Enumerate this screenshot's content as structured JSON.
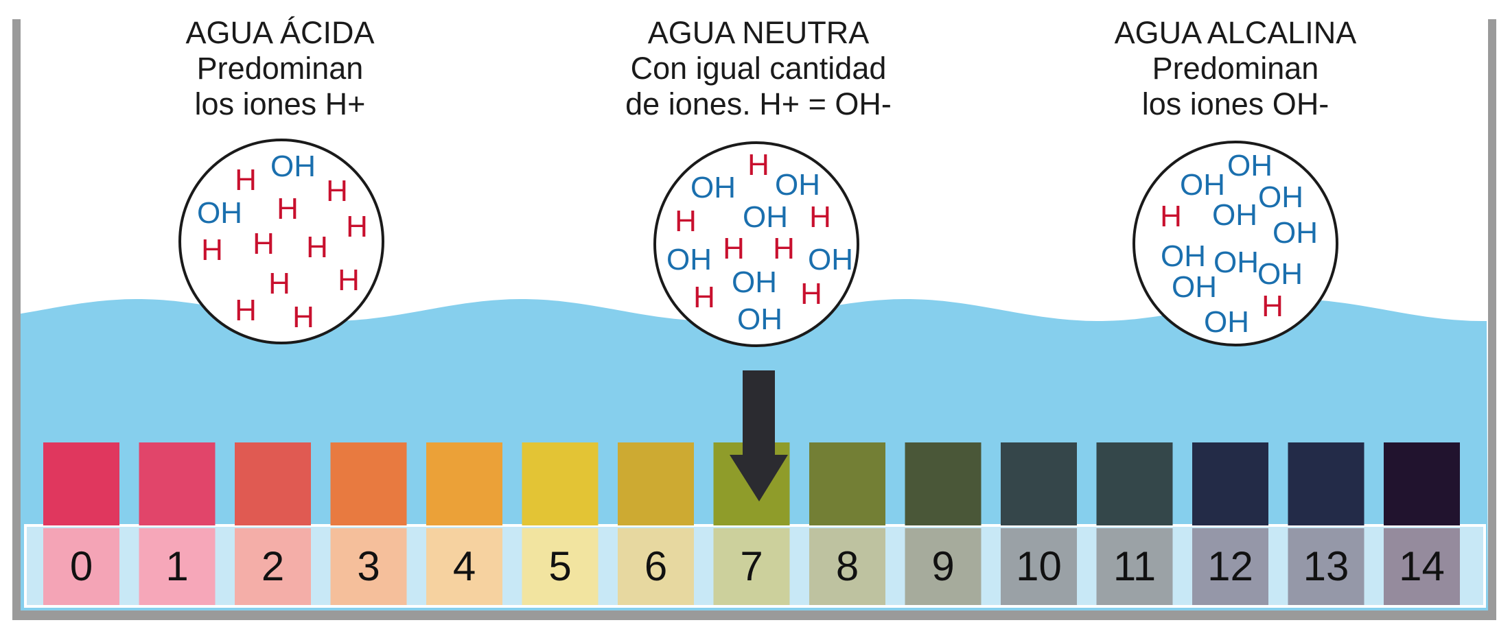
{
  "titles": [
    {
      "heading": "AGUA ÁCIDA",
      "line1": "Predominan",
      "line2": "los iones H+"
    },
    {
      "heading": "AGUA NEUTRA",
      "line1": "Con igual cantidad",
      "line2": "de iones. H+ = OH-"
    },
    {
      "heading": "AGUA ALCALINA",
      "line1": "Predominan",
      "line2": "los iones OH-"
    }
  ],
  "circles": [
    {
      "name": "acid",
      "ions": [
        [
          "H",
          -52,
          -90
        ],
        [
          "OH",
          17,
          -110
        ],
        [
          "H",
          81,
          -74
        ],
        [
          "OH",
          -90,
          -42
        ],
        [
          "H",
          9,
          -48
        ],
        [
          "H",
          110,
          -22
        ],
        [
          "H",
          -101,
          12
        ],
        [
          "H",
          -26,
          3
        ],
        [
          "H",
          52,
          8
        ],
        [
          "H",
          98,
          56
        ],
        [
          "H",
          -3,
          61
        ],
        [
          "H",
          -52,
          100
        ],
        [
          "H",
          32,
          110
        ]
      ]
    },
    {
      "name": "neutral",
      "ions": [
        [
          "H",
          3,
          -116
        ],
        [
          "OH",
          -63,
          -83
        ],
        [
          "OH",
          60,
          -87
        ],
        [
          "H",
          -103,
          -34
        ],
        [
          "OH",
          13,
          -40
        ],
        [
          "H",
          93,
          -40
        ],
        [
          "H",
          -33,
          6
        ],
        [
          "H",
          40,
          6
        ],
        [
          "OH",
          -98,
          22
        ],
        [
          "OH",
          108,
          22
        ],
        [
          "OH",
          -3,
          55
        ],
        [
          "H",
          -76,
          77
        ],
        [
          "H",
          80,
          72
        ],
        [
          "OH",
          5,
          109
        ]
      ]
    },
    {
      "name": "alkaline",
      "ions": [
        [
          "OH",
          21,
          -114
        ],
        [
          "OH",
          -48,
          -86
        ],
        [
          "OH",
          66,
          -68
        ],
        [
          "H",
          -94,
          -40
        ],
        [
          "OH",
          -1,
          -42
        ],
        [
          "OH",
          87,
          -16
        ],
        [
          "OH",
          -76,
          18
        ],
        [
          "OH",
          1,
          27
        ],
        [
          "OH",
          65,
          44
        ],
        [
          "OH",
          -60,
          63
        ],
        [
          "H",
          54,
          91
        ],
        [
          "OH",
          -13,
          114
        ]
      ]
    }
  ],
  "scale": [
    {
      "label": "0",
      "dark": "#e0375e",
      "light": "#f4a4b6"
    },
    {
      "label": "1",
      "dark": "#e1456a",
      "light": "#f6a7b9"
    },
    {
      "label": "2",
      "dark": "#e05a52",
      "light": "#f4aea8"
    },
    {
      "label": "3",
      "dark": "#e87a40",
      "light": "#f5bf9b"
    },
    {
      "label": "4",
      "dark": "#eba138",
      "light": "#f6d2a0"
    },
    {
      "label": "5",
      "dark": "#e3c435",
      "light": "#f2e4a0"
    },
    {
      "label": "6",
      "dark": "#cdaa32",
      "light": "#e7d8a0"
    },
    {
      "label": "7",
      "dark": "#8f9c2a",
      "light": "#ccd09c"
    },
    {
      "label": "8",
      "dark": "#737f35",
      "light": "#bec2a0"
    },
    {
      "label": "9",
      "dark": "#4a5738",
      "light": "#a6ab9c"
    },
    {
      "label": "10",
      "dark": "#35464a",
      "light": "#9aa1a6"
    },
    {
      "label": "11",
      "dark": "#34474a",
      "light": "#9ba2a6"
    },
    {
      "label": "12",
      "dark": "#232b47",
      "light": "#9597a8"
    },
    {
      "label": "13",
      "dark": "#232b48",
      "light": "#9598a8"
    },
    {
      "label": "14",
      "dark": "#21132e",
      "light": "#958b9d"
    }
  ],
  "colors": {
    "h_ion": "#c8102e",
    "oh_ion": "#1a6fae",
    "water": "#86cfed",
    "container": "#9a9a9a",
    "arrow": "#2b2b30"
  }
}
